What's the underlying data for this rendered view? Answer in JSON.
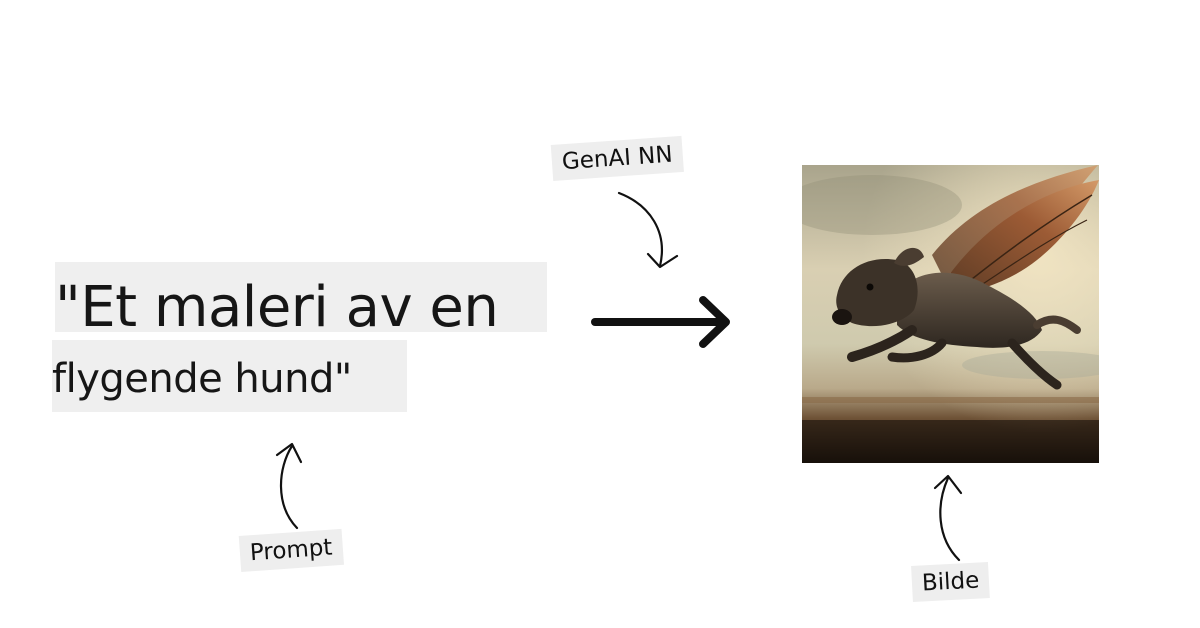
{
  "prompt": {
    "line1": "\"Et maleri av en",
    "line2": "flygende hund\""
  },
  "labels": {
    "model": "GenAI NN",
    "prompt": "Prompt",
    "image": "Bilde"
  },
  "icons": {
    "main_arrow": "arrow-right-icon",
    "model_arrow": "curved-arrow-down-icon",
    "prompt_arrow": "curved-arrow-up-icon",
    "image_arrow": "curved-arrow-up-icon"
  },
  "colors": {
    "text": "#111111",
    "label_bg": "#eeeeee",
    "prompt_bg": "#efefef"
  }
}
